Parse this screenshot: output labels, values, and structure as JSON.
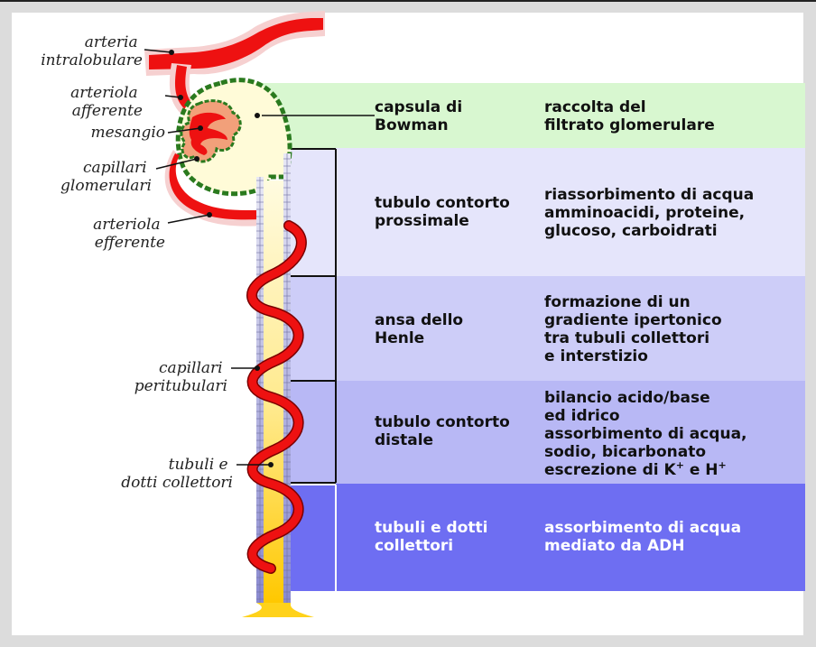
{
  "labels": {
    "arteria_intralobulare": [
      "arteria",
      "intralobulare"
    ],
    "arteriola_afferente": [
      "arteriola",
      "afferente"
    ],
    "mesangio": [
      "mesangio"
    ],
    "capillari_glomerulari": [
      "capillari",
      "glomerulari"
    ],
    "arteriola_efferente": [
      "arteriola",
      "efferente"
    ],
    "capillari_peritubulari": [
      "capillari",
      "peritubulari"
    ],
    "tubuli_dotti": [
      "tubuli e",
      "dotti collettori"
    ]
  },
  "segments": [
    {
      "name": [
        "capsula di",
        "Bowman"
      ],
      "function": [
        "raccolta del",
        "filtrato glomerulare"
      ],
      "color": "#d8f7d0"
    },
    {
      "name": [
        "tubulo contorto",
        "prossimale"
      ],
      "function": [
        "riassorbimento di acqua",
        "amminoacidi, proteine,",
        "glucoso, carboidrati"
      ],
      "color": "#e5e5fb"
    },
    {
      "name": [
        "ansa dello",
        "Henle"
      ],
      "function": [
        "formazione di un",
        "gradiente ipertonico",
        "tra tubuli collettori",
        "e interstizio"
      ],
      "color": "#cdcdf8"
    },
    {
      "name": [
        "tubulo contorto",
        "distale"
      ],
      "function": [
        "bilancio acido/base",
        "ed idrico",
        "assorbimento di acqua,",
        "sodio, bicarbonato"
      ],
      "function_last": {
        "prefix": "escrezione di K",
        "sup1": "+",
        "middle": " e H",
        "sup2": "+"
      },
      "color": "#b8b8f5"
    },
    {
      "name": [
        "tubuli e dotti",
        "collettori"
      ],
      "function": [
        "assorbimento di acqua",
        "mediato da ADH"
      ],
      "color": "#6e6ef2"
    }
  ],
  "colors": {
    "artery": "#ee1111",
    "capsule_outline": "#2a7a1e",
    "tubule": "#fff6c0",
    "duct": "#ffd21a",
    "glomerulus": "#f2a07a"
  }
}
